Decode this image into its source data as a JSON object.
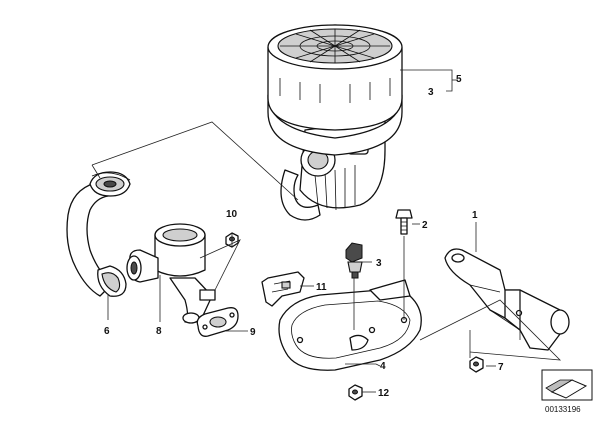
{
  "callouts": {
    "c1": "1",
    "c2": "2",
    "c3a": "3",
    "c3b": "3",
    "c4": "4",
    "c5": "5",
    "c6": "6",
    "c7": "7",
    "c8": "8",
    "c9": "9",
    "c10": "10",
    "c11": "11",
    "c12": "12"
  },
  "reference_number": "00133196"
}
